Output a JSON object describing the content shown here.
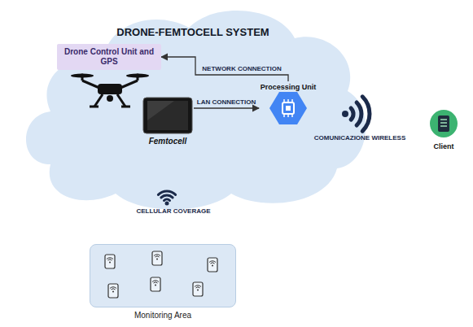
{
  "diagram": {
    "nodes": [
      {
        "text": [
          "DRONE-FEMTOCELL SYSTEM"
        ]
      },
      {
        "text": [
          "Drone Control Unit and GPS"
        ],
        "in": 0
      },
      {
        "text": [
          "Femtocell"
        ],
        "in": 0
      },
      {
        "text": [
          "Processing Unit"
        ],
        "in": 0
      },
      {
        "text": [
          "Client"
        ]
      },
      {
        "text": [
          "Monitoring Area"
        ]
      }
    ],
    "edges": [
      {
        "from": 3,
        "to": 1,
        "arrow": "to",
        "label": "NETWORK CONNECTION"
      },
      {
        "from": 2,
        "to": 3,
        "arrow": "to",
        "label": "LAN CONNECTION"
      }
    ],
    "labels": [
      "COMUNICAZIONE WIRELESS",
      "CELLULAR COVERAGE"
    ]
  }
}
